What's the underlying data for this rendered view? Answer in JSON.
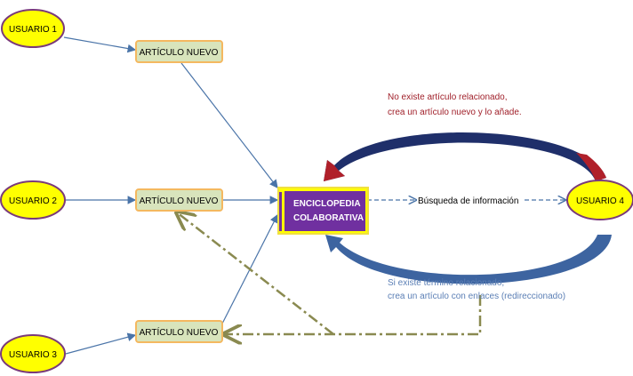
{
  "users": [
    "USUARIO 1",
    "USUARIO 2",
    "USUARIO 3",
    "USUARIO 4"
  ],
  "articles": [
    "ARTÍCULO NUEVO",
    "ARTÍCULO NUEVO",
    "ARTÍCULO NUEVO"
  ],
  "encyclopedia": {
    "line1": "ENCICLOPEDIA",
    "line2": "COLABORATIVA"
  },
  "search_label": "Búsqueda de  información",
  "no_exists": {
    "line1": "No existe artículo relacionado,",
    "line2": "crea un artículo nuevo y lo añade."
  },
  "exists": {
    "line1": "Si existe término relacionado,",
    "line2": "crea un artículo con enlaces (redireccionado)"
  },
  "colors": {
    "user_fill": "#ffff00",
    "user_border": "#7a3a7a",
    "article_fill": "#d8e4bc",
    "article_border": "#f4b860",
    "encyclopedia": "#7030a0",
    "connector": "#4a74a8",
    "olive": "#8a8a50",
    "red_text": "#a0202a",
    "blue_text": "#5b7fb5"
  }
}
